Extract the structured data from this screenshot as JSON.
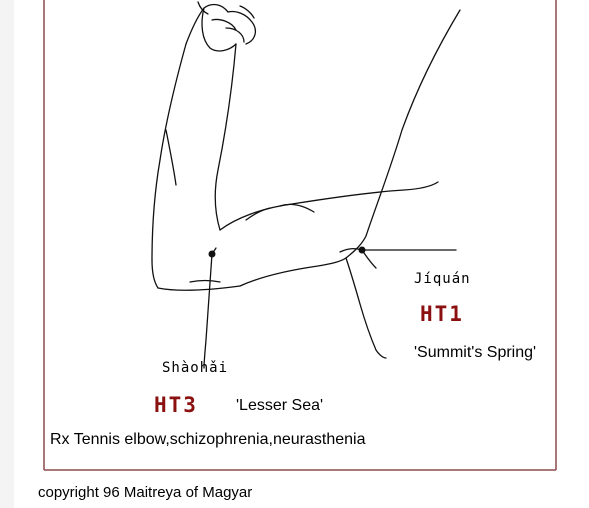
{
  "points": [
    {
      "pinyin": "Jíquán",
      "code": "HT1",
      "name": "'Summit's Spring'"
    },
    {
      "pinyin": "Shàohǎi",
      "code": "HT3",
      "name": "'Lesser Sea'"
    }
  ],
  "indication": "Rx Tennis elbow,schizophrenia,neurasthenia",
  "copyright": "copyright 96  Maitreya of Magyar",
  "colors": {
    "code": "#8b1111",
    "frame": "#8b4b4b",
    "background": "#f4f4f4"
  }
}
